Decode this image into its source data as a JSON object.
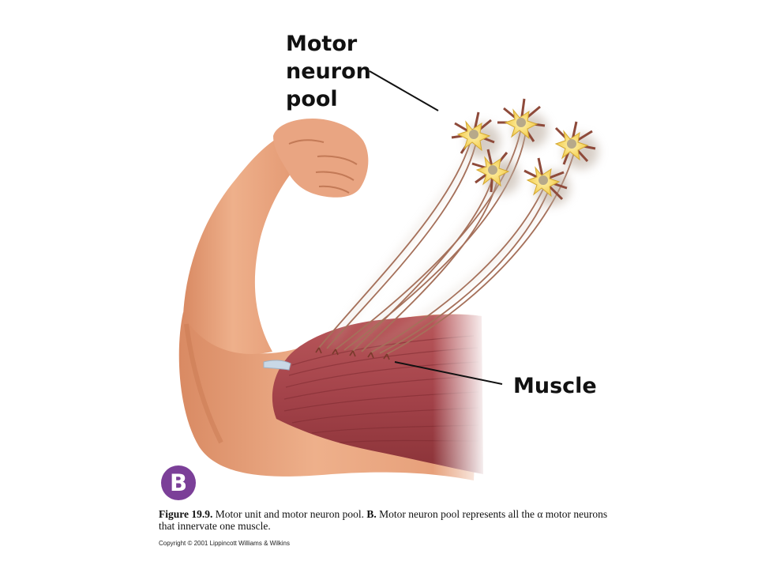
{
  "labels": {
    "neuron_pool": [
      "Motor",
      "neuron",
      "pool"
    ],
    "muscle": "Muscle"
  },
  "panel_badge": "B",
  "caption": {
    "figure_number": "Figure 19.9.",
    "figure_title": "Motor unit and motor neuron pool.",
    "panel_ref": "B.",
    "line1_rest": "Motor neuron pool represents all the α motor neurons",
    "line2": "that innervate one muscle."
  },
  "copyright": "Copyright © 2001 Lippincott Williams & Wilkins",
  "colors": {
    "skin": "#e8a27c",
    "skin_shadow": "#c97a55",
    "muscle": "#a8454a",
    "muscle_dark": "#7d2a30",
    "neuron_body": "#f6d86a",
    "neuron_nucleus": "#b7a98a",
    "dendrite": "#8e4a3a",
    "badge": "#7b3f98"
  }
}
